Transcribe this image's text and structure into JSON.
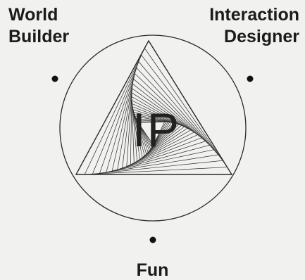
{
  "labels": {
    "top_left": [
      "World",
      "Builder"
    ],
    "top_right": [
      "Interaction",
      "Designer"
    ],
    "bottom": "Fun"
  },
  "logo": {
    "monogram": "IP"
  },
  "colors": {
    "ink": "#1b1b1b",
    "line": "#2a2a2a",
    "background": "#f1f1ef"
  }
}
